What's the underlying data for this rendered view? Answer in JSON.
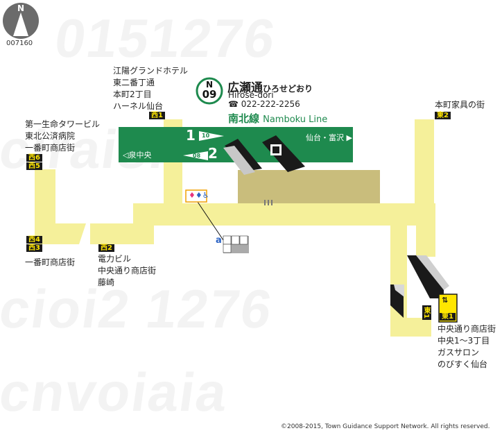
{
  "compass": {
    "letter": "N",
    "code": "007160"
  },
  "station": {
    "line_letter": "N",
    "number": "09",
    "name_kanji": "広瀬通",
    "name_kana": "ひろせどおり",
    "name_romaji": "Hirose-dori",
    "phone": "022-222-2256"
  },
  "line": {
    "name_jp": "南北線",
    "name_en": "Namboku Line"
  },
  "platform": {
    "track1": "1",
    "track2": "2",
    "next_station_up": "10",
    "next_station_down": "08",
    "dir_left": "◁泉中央",
    "dir_right": "仙台・富沢 ▶"
  },
  "facility_marker": "a",
  "exits": {
    "w1": "西1",
    "w2": "西2",
    "w3": "西3",
    "w4": "西4",
    "w5": "西5",
    "w6": "西6",
    "e1": "東1",
    "e1_vertical": "東1",
    "e2": "東2"
  },
  "labels": {
    "w1_dest": "江陽グランドホテル\n東二番丁通\n本町2丁目\nハーネル仙台",
    "w6_dest": "第一生命タワービル\n東北公済病院\n一番町商店街",
    "w3_dest": "一番町商店街",
    "w2_dest": "電力ビル\n中央通り商店街\n藤崎",
    "e2_dest": "本町家具の街",
    "e1_dest": "中央通り商店街\n中央1～3丁目\nガスサロン\nのびすく仙台"
  },
  "copyright": "©2008-2015, Town Guidance Support Network. All rights reserved.",
  "colors": {
    "corridor": "#f5f09a",
    "platform": "#1e8a4e",
    "concourse": "#c9bd7c",
    "exit_bg": "#1a1a1a",
    "exit_text": "#ffe600"
  }
}
